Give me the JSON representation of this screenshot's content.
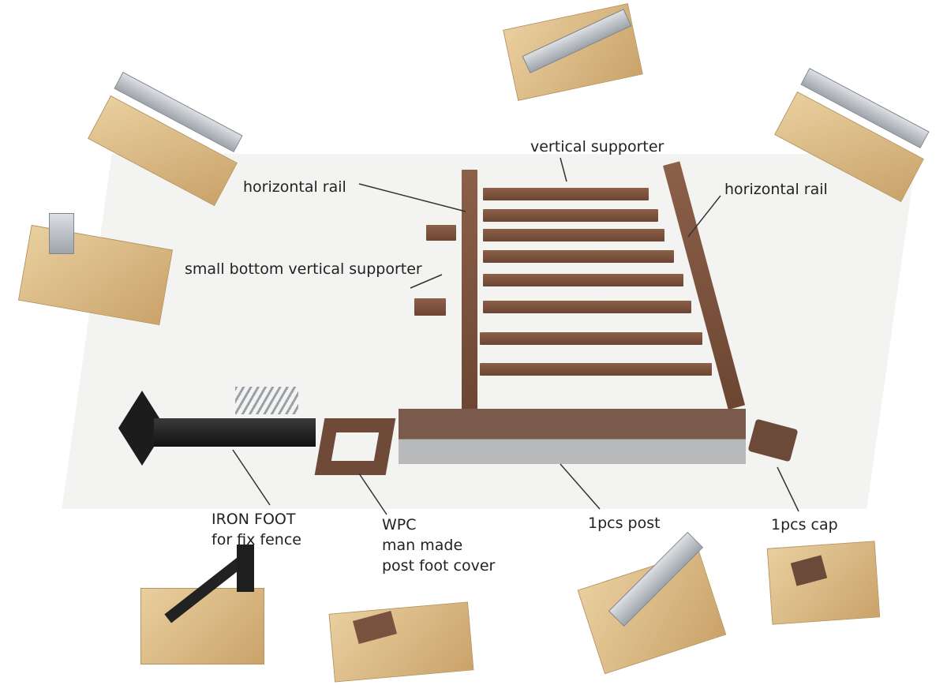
{
  "labels": {
    "vertical_supporter": "vertical supporter",
    "horizontal_rail_left": "horizontal rail",
    "horizontal_rail_right": "horizontal rail",
    "small_bottom_vertical_supporter": "small bottom vertical supporter",
    "iron_foot": [
      "IRON FOOT",
      "for fix fence"
    ],
    "post_foot_cover": [
      "WPC",
      "man made",
      "post foot cover"
    ],
    "post": "1pcs post",
    "cap": "1pcs cap"
  },
  "colors": {
    "wpc_brown": "#7a5240",
    "cardboard": "#d9b988",
    "iron": "#1e1e1e",
    "aluminum": "#b9bec4"
  }
}
